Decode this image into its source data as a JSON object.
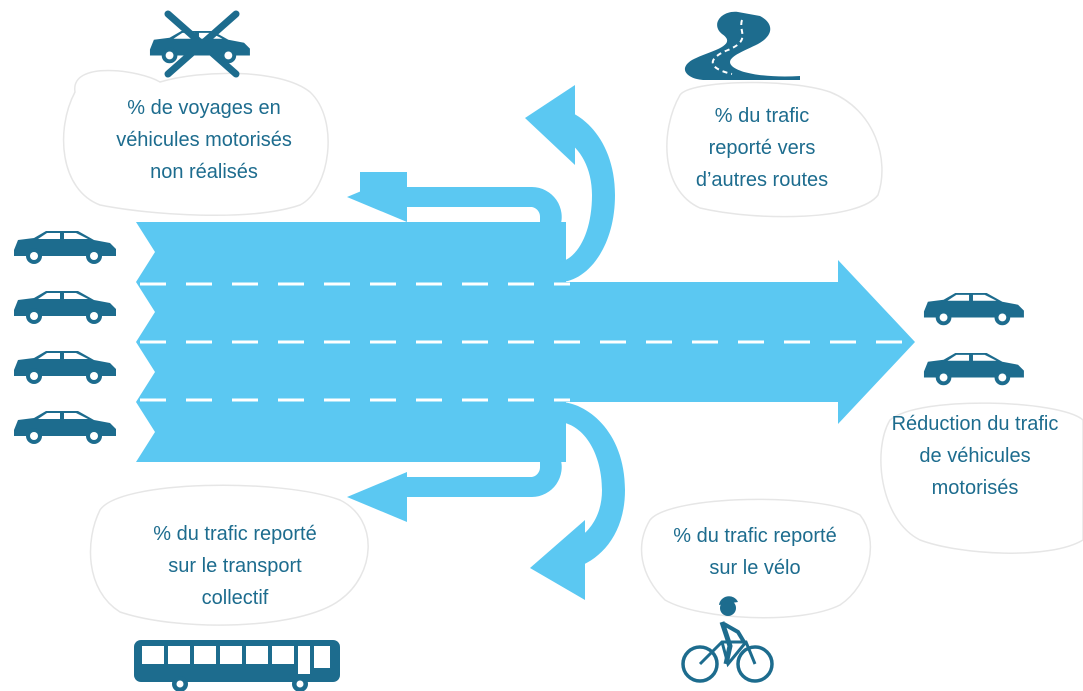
{
  "colors": {
    "flow": "#5bc8f2",
    "icon": "#1d6c8e",
    "text": "#1d6c8e",
    "lane_marking": "#ffffff",
    "cloud_outline": "#e6e6e6"
  },
  "icons": {
    "car_crossed": "car-crossed-out-icon",
    "road": "winding-road-icon",
    "car": "car-icon",
    "bus": "bus-icon",
    "bicycle": "cyclist-icon"
  },
  "labels": {
    "not_made": "% de voyages en\nvéhicules motorisés\nnon réalisés",
    "other_roads": "% du trafic\nreporté vers\nd’autres routes",
    "reduction": "Réduction du trafic\nde véhicules\nmotorisés",
    "transit": "% du trafic reporté\nsur le transport\ncollectif",
    "bike": "% du trafic reporté\nsur le vélo"
  }
}
